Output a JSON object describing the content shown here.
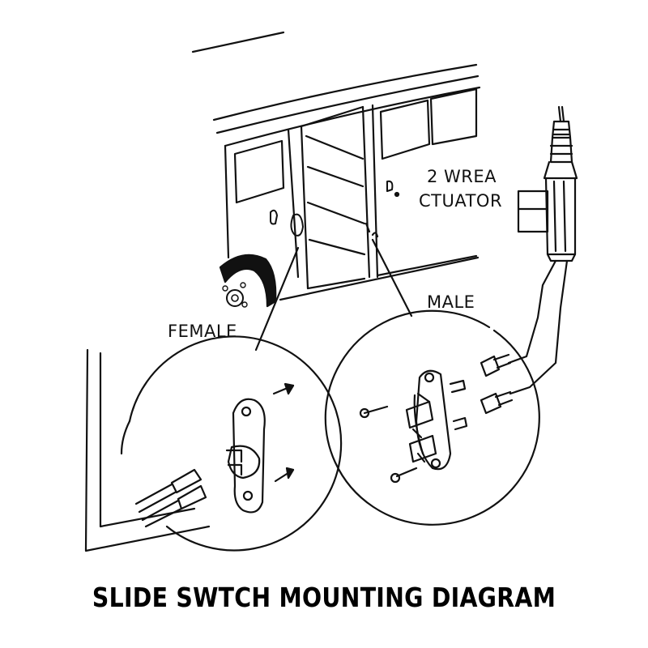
{
  "labels": {
    "actuator_line1": "2 WREA",
    "actuator_line2": "CTUATOR",
    "male": "MALE",
    "female": "FEMALE"
  },
  "caption": "SLIDE SWTCH MOUNTING DIAGRAM",
  "colors": {
    "ink": "#111111",
    "background": "#ffffff"
  }
}
